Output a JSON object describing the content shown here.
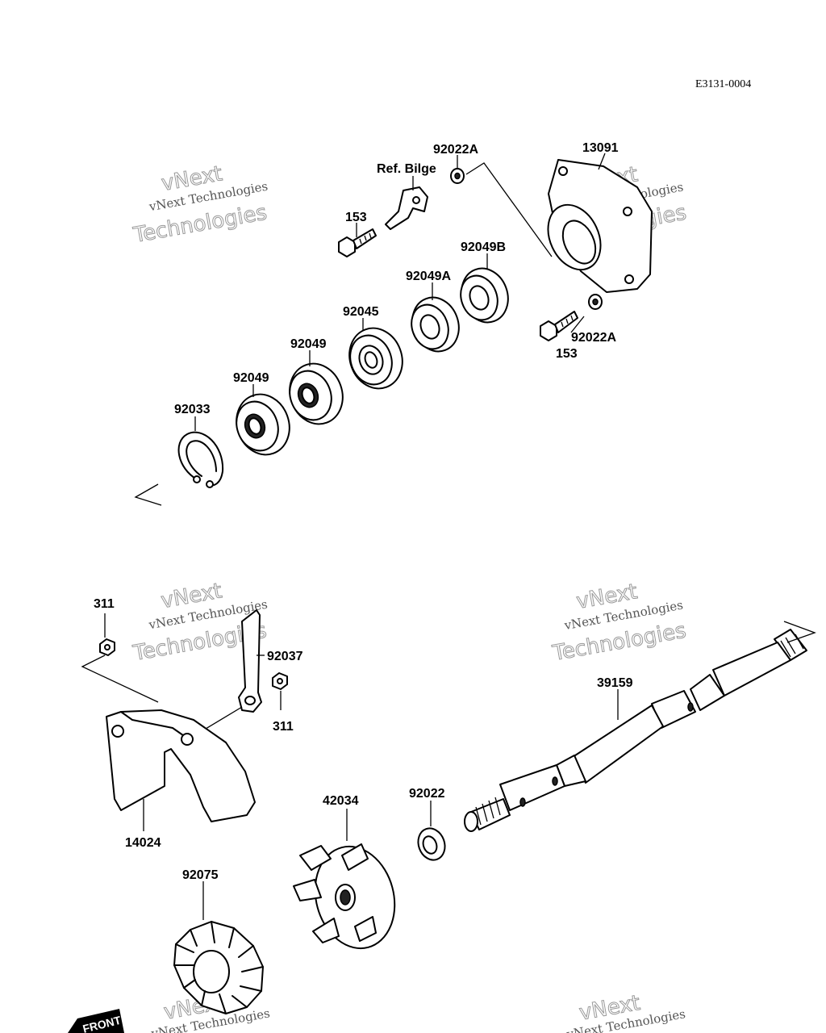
{
  "diagram_code": "E3131-0004",
  "labels": {
    "l_92022A_top": "92022A",
    "l_13091": "13091",
    "l_ref_bilge": "Ref. Bilge",
    "l_153_top": "153",
    "l_92049B": "92049B",
    "l_92049A": "92049A",
    "l_92045": "92045",
    "l_92049_a": "92049",
    "l_92049_b": "92049",
    "l_92033": "92033",
    "l_92022A_bot": "92022A",
    "l_153_bot": "153",
    "l_311_top": "311",
    "l_92037": "92037",
    "l_311_bot": "311",
    "l_39159": "39159",
    "l_14024": "14024",
    "l_42034": "42034",
    "l_92022": "92022",
    "l_92075": "92075"
  },
  "watermark": {
    "brand": "vNext",
    "line1": "vNext Technologies",
    "line2": "Technologies"
  },
  "front_tag": "FRONT"
}
